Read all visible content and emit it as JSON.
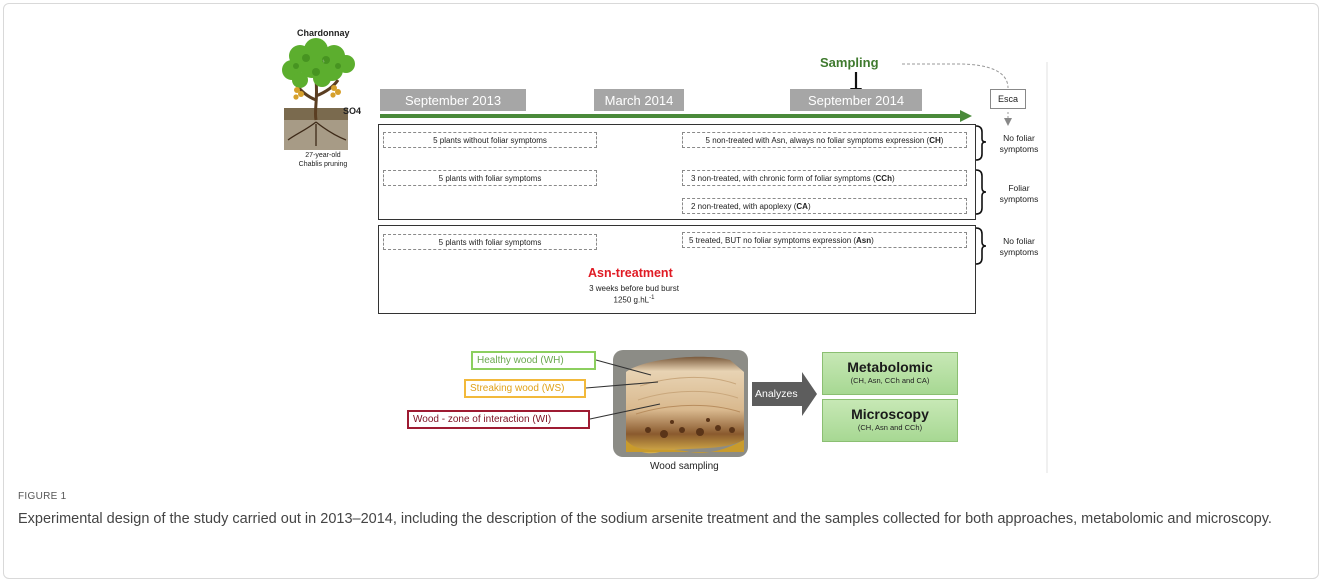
{
  "figure": {
    "label": "FIGURE 1",
    "caption": "Experimental design of the study carried out in 2013–2014, including the description of the sodium arsenite treatment and the samples collected for both approaches, metabolomic and microscopy."
  },
  "plant": {
    "variety": "Chardonnay",
    "rootstock": "SO4",
    "age_line1": "27-year-old",
    "age_line2": "Chablis pruning"
  },
  "timeline": {
    "sep2013": "September 2013",
    "mar2014": "March 2014",
    "sep2014": "September 2014",
    "sampling": "Sampling",
    "esca": "Esca"
  },
  "groups": {
    "g1_left": "5 plants without foliar symptoms",
    "g1_right_pre": "5 non-treated with Asn, always no foliar symptoms expression (",
    "g1_right_code": "CH",
    "g2_left": "5 plants with foliar symptoms",
    "g2_right1_pre": "3 non-treated, with chronic form of foliar symptoms (",
    "g2_right1_code": "CCh",
    "g2_right2_pre": "2 non-treated, with apoplexy (",
    "g2_right2_code": "CA",
    "g3_left": "5 plants with foliar symptoms",
    "g3_right_pre": "5 treated, BUT no foliar symptoms expression (",
    "g3_right_code": "Asn",
    "paren_close": ")"
  },
  "side_labels": {
    "no_foliar_1a": "No foliar",
    "no_foliar_1b": "symptoms",
    "foliar_a": "Foliar",
    "foliar_b": "symptoms",
    "no_foliar_2a": "No foliar",
    "no_foliar_2b": "symptoms"
  },
  "treatment": {
    "title": "Asn-treatment",
    "timing": "3 weeks before bud burst",
    "dose": "1250 g.hL",
    "dose_exp": "-1"
  },
  "wood": {
    "wh": "Healthy wood (WH)",
    "ws": "Streaking wood (WS)",
    "wi": "Wood - zone of interaction (WI)",
    "sampling": "Wood sampling",
    "analyzes": "Analyzes",
    "colors": {
      "wh": "#8ccf5f",
      "ws": "#f2b93b",
      "wi": "#9e1b32"
    }
  },
  "analyses": {
    "metabolomic": "Metabolomic",
    "metabolomic_sub": "(CH, Asn, CCh and CA)",
    "microscopy": "Microscopy",
    "microscopy_sub": "(CH, Asn and CCh)"
  },
  "colors": {
    "timeline_green": "#4a8a3a",
    "sampling_green": "#3f7a2e",
    "treatment_red": "#e01b24"
  }
}
